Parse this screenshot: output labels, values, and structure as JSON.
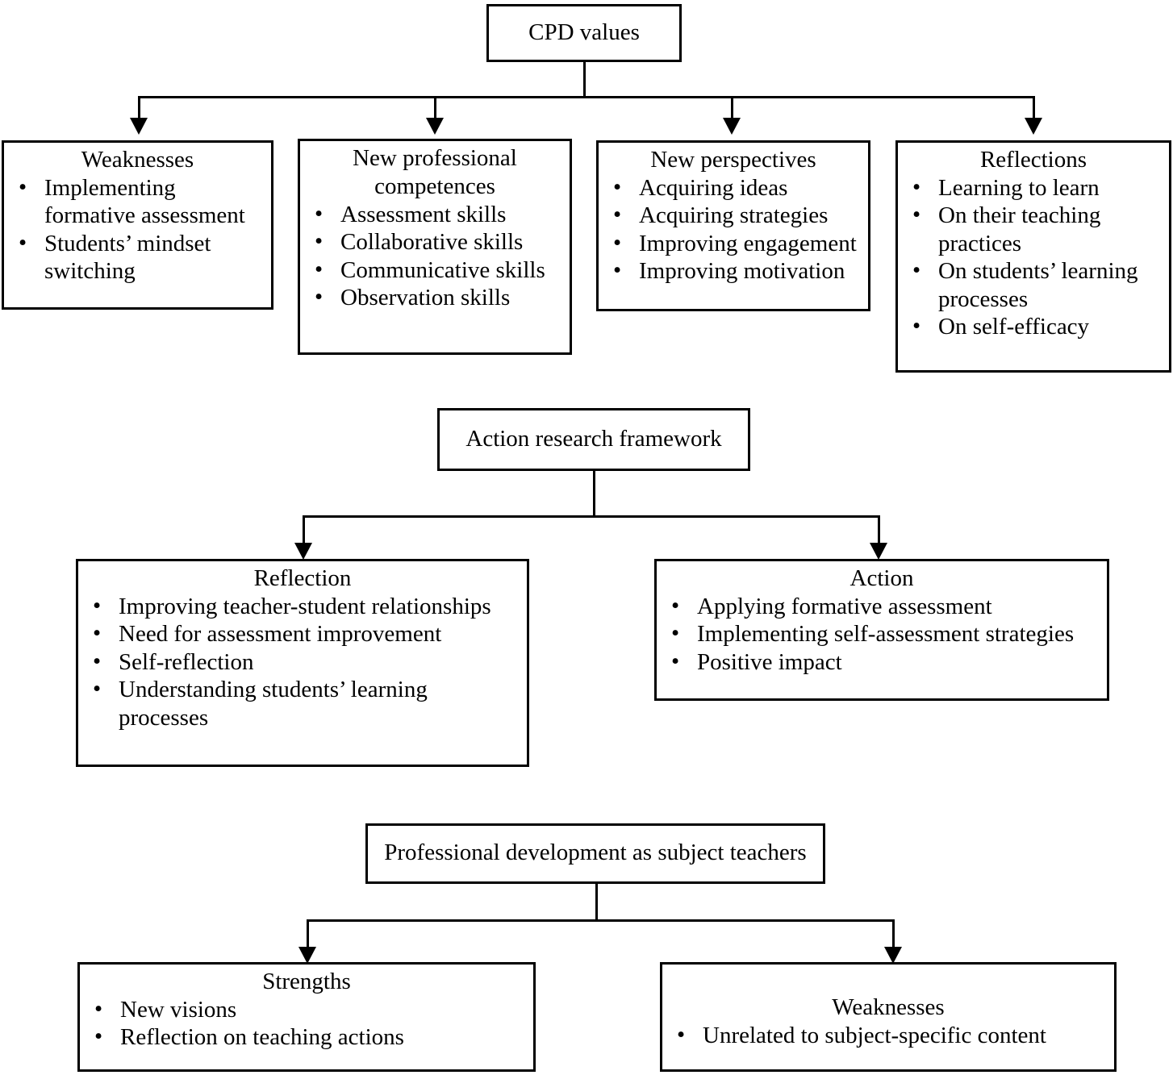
{
  "diagram": {
    "title": "CPD values / Action research framework / Professional development as subject teachers",
    "sections": [
      {
        "id": "cpd-values",
        "root": {
          "label": "CPD values"
        },
        "children": [
          {
            "id": "weaknesses",
            "title": "Weaknesses",
            "bullets": [
              "Implementing formative assessment",
              "Students’ mindset switching"
            ]
          },
          {
            "id": "new-professional-competences",
            "title": "New professional competences",
            "bullets": [
              "Assessment skills",
              "Collaborative skills",
              "Communicative skills",
              "Observation skills"
            ]
          },
          {
            "id": "new-perspectives",
            "title": "New perspectives",
            "bullets": [
              "Acquiring ideas",
              "Acquiring strategies",
              "Improving engagement",
              "Improving motivation"
            ]
          },
          {
            "id": "reflections",
            "title": "Reflections",
            "bullets": [
              "Learning to learn",
              "On their teaching practices",
              "On students’ learning processes",
              "On self-efficacy"
            ]
          }
        ]
      },
      {
        "id": "action-research-framework",
        "root": {
          "label": "Action research framework"
        },
        "children": [
          {
            "id": "reflection",
            "title": "Reflection",
            "bullets": [
              "Improving teacher-student relationships",
              "Need for assessment improvement",
              "Self-reflection",
              "Understanding students’ learning processes"
            ]
          },
          {
            "id": "action",
            "title": "Action",
            "bullets": [
              "Applying formative assessment",
              "Implementing self-assessment strategies",
              "Positive impact"
            ]
          }
        ]
      },
      {
        "id": "professional-development",
        "root": {
          "label": "Professional development as subject teachers"
        },
        "children": [
          {
            "id": "strengths",
            "title": "Strengths",
            "bullets": [
              "New visions",
              "Reflection on teaching actions"
            ]
          },
          {
            "id": "weaknesses-pd",
            "title": "Weaknesses",
            "bullets": [
              "Unrelated to subject-specific content"
            ]
          }
        ]
      }
    ],
    "colors": {
      "stroke": "#000000",
      "fill": "#ffffff",
      "text": "#000000"
    }
  }
}
